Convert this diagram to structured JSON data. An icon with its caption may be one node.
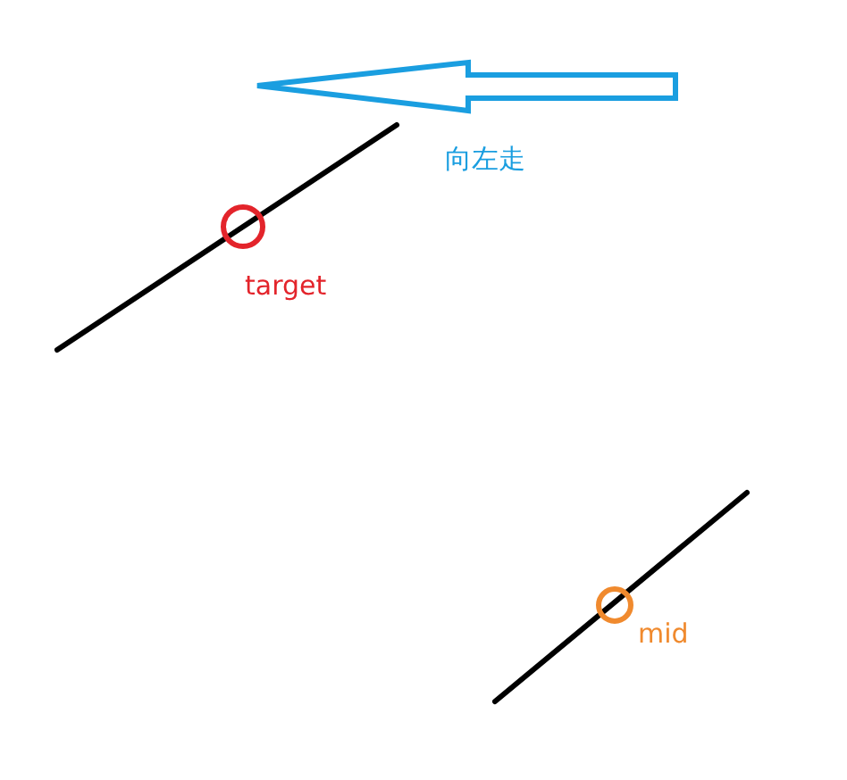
{
  "diagram": {
    "labels": [
      "向左走",
      "target",
      "mid"
    ]
  }
}
